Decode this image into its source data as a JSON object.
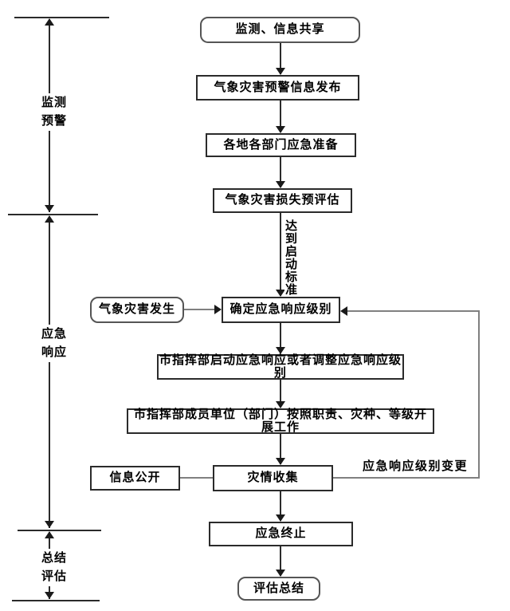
{
  "colors": {
    "background": "#ffffff",
    "line": "#2b2b2b",
    "connector_gray": "#808080",
    "text": "#000000"
  },
  "phase_axis": {
    "phases": [
      {
        "label": "监测\n预警"
      },
      {
        "label": "应急\n响应"
      },
      {
        "label": "总结\n评估"
      }
    ]
  },
  "flow": {
    "nodes": {
      "monitor_share": "监测、信息共享",
      "warning_release": "气象灾害预警信息发布",
      "preparation": "各地各部门应急准备",
      "pre_assessment": "气象灾害损失预评估",
      "disaster_occurs": "气象灾害发生",
      "determine_level": "确定应急响应级别",
      "start_response": "市指挥部启动应急响应或者调整应急响应级别",
      "members_work": "市指挥部成员单位（部门）按照职责、灾种、等级开展工作",
      "info_public": "信息公开",
      "disaster_collect": "灾情收集",
      "termination": "应急终止",
      "evaluation": "评估总结"
    },
    "edge_labels": {
      "reach_criteria": "达到启动标准",
      "level_change": "应急响应级别变更"
    }
  }
}
